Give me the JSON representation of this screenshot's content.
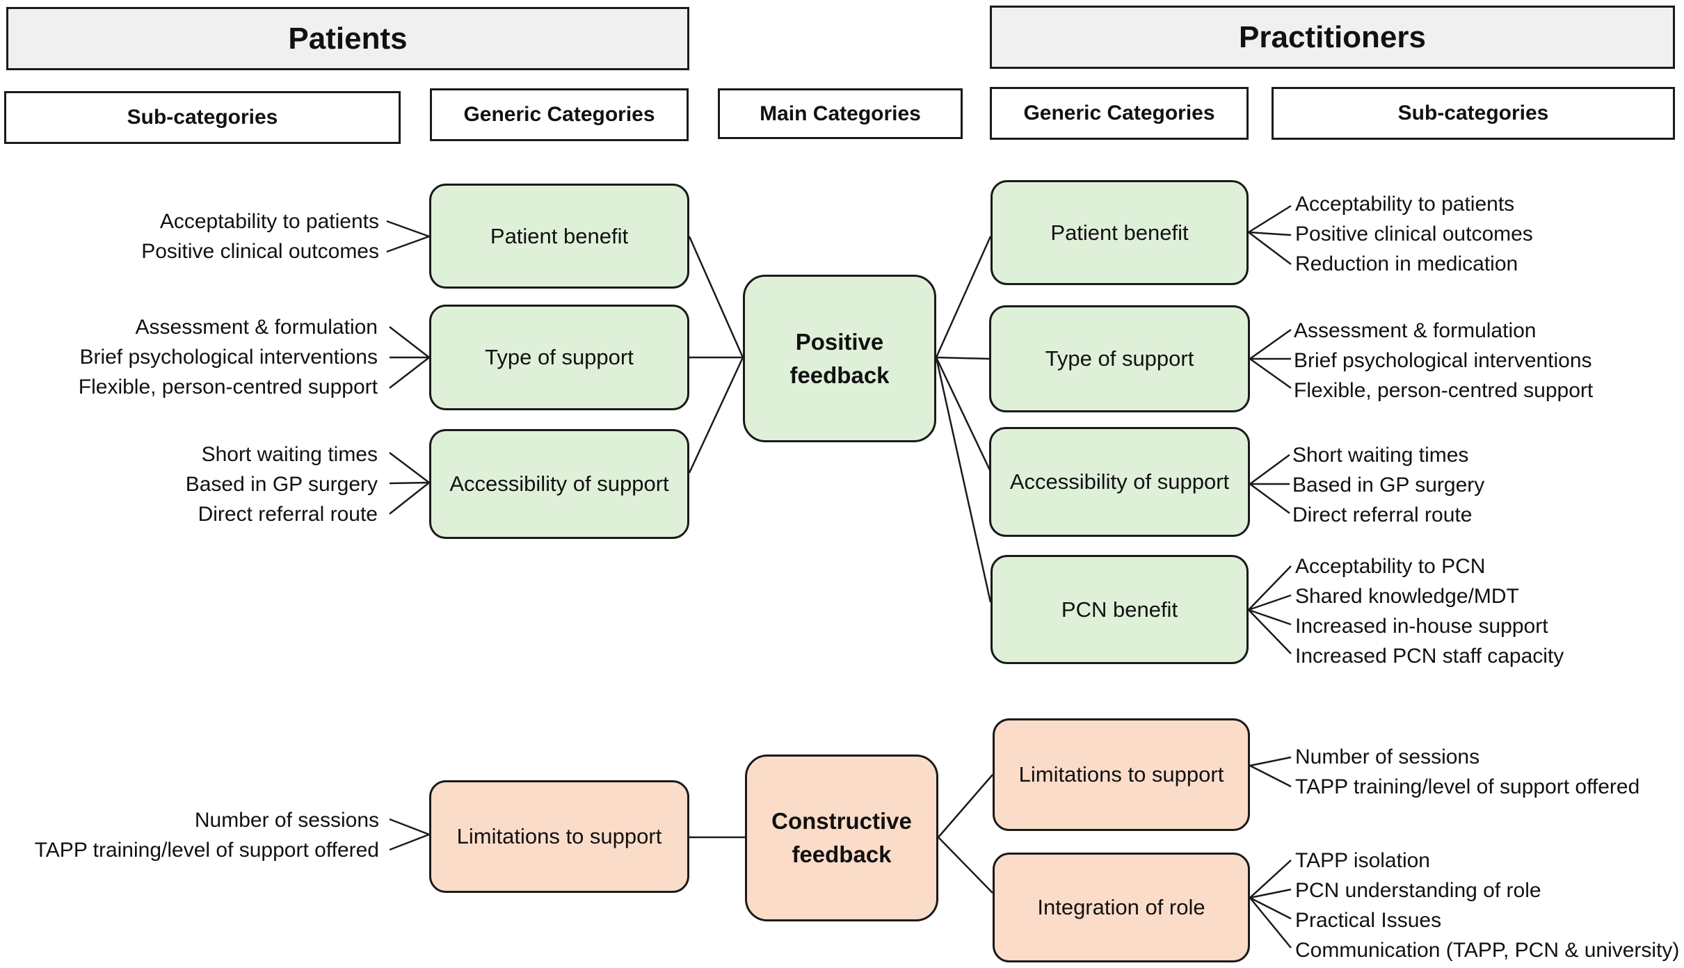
{
  "headers": {
    "patients": "Patients",
    "practitioners": "Practitioners",
    "left_sub": "Sub-categories",
    "left_generic": "Generic Categories",
    "main": "Main Categories",
    "right_generic": "Generic Categories",
    "right_sub": "Sub-categories"
  },
  "colors": {
    "positive": "#dff0d8",
    "constructive": "#fbdcc8",
    "banner": "#f0f0f0"
  },
  "main": {
    "positive": [
      "Positive",
      "feedback"
    ],
    "constructive": [
      "Constructive",
      "feedback"
    ]
  },
  "patients": {
    "positive": [
      {
        "label": "Patient benefit",
        "subs": [
          "Acceptability to patients",
          "Positive clinical outcomes"
        ]
      },
      {
        "label": "Type of support",
        "subs": [
          "Assessment & formulation",
          "Brief psychological interventions",
          "Flexible, person-centred support"
        ]
      },
      {
        "label": "Accessibility of support",
        "subs": [
          "Short waiting times",
          "Based in GP surgery",
          "Direct referral route"
        ]
      }
    ],
    "constructive": [
      {
        "label": "Limitations to support",
        "subs": [
          "Number of sessions",
          "TAPP training/level of support offered"
        ]
      }
    ]
  },
  "practitioners": {
    "positive": [
      {
        "label": "Patient benefit",
        "subs": [
          "Acceptability to patients",
          "Positive clinical outcomes",
          "Reduction in medication"
        ]
      },
      {
        "label": "Type of support",
        "subs": [
          "Assessment & formulation",
          "Brief psychological interventions",
          "Flexible, person-centred support"
        ]
      },
      {
        "label": "Accessibility of support",
        "subs": [
          "Short waiting times",
          "Based in GP surgery",
          "Direct referral route"
        ]
      },
      {
        "label": "PCN benefit",
        "subs": [
          "Acceptability to PCN",
          "Shared knowledge/MDT",
          "Increased in-house support",
          "Increased PCN staff capacity"
        ]
      }
    ],
    "constructive": [
      {
        "label": "Limitations to support",
        "subs": [
          "Number of sessions",
          "TAPP training/level of support offered"
        ]
      },
      {
        "label": "Integration of role",
        "subs": [
          "TAPP isolation",
          "PCN understanding of role",
          "Practical Issues",
          "Communication (TAPP, PCN & university)"
        ]
      }
    ]
  }
}
